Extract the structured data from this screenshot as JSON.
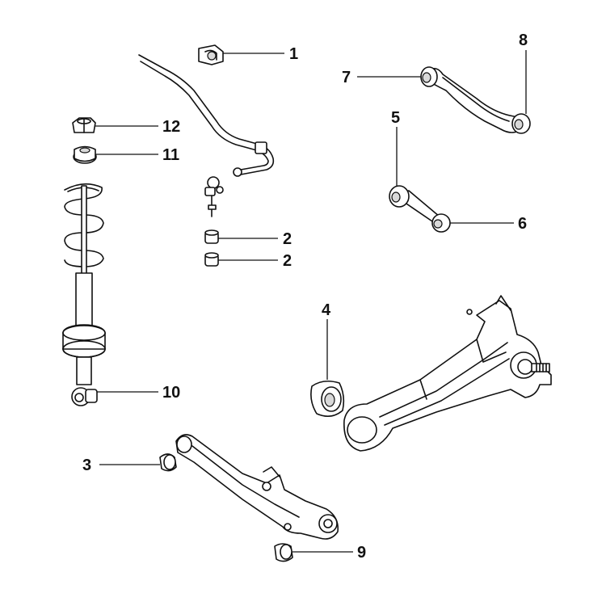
{
  "callouts": [
    {
      "id": "c1",
      "label": "1"
    },
    {
      "id": "c2a",
      "label": "2"
    },
    {
      "id": "c2b",
      "label": "2"
    },
    {
      "id": "c3",
      "label": "3"
    },
    {
      "id": "c4",
      "label": "4"
    },
    {
      "id": "c5",
      "label": "5"
    },
    {
      "id": "c6",
      "label": "6"
    },
    {
      "id": "c7",
      "label": "7"
    },
    {
      "id": "c8",
      "label": "8"
    },
    {
      "id": "c9",
      "label": "9"
    },
    {
      "id": "c10",
      "label": "10"
    },
    {
      "id": "c11",
      "label": "11"
    },
    {
      "id": "c12",
      "label": "12"
    }
  ]
}
